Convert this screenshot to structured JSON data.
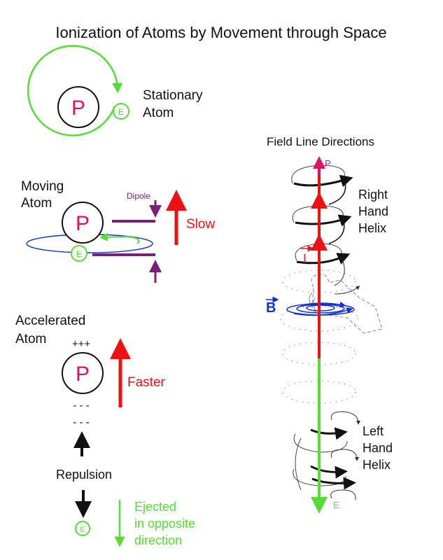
{
  "title": "Ionization of Atoms by Movement through Space",
  "labels": {
    "proton": "P",
    "electron": "E",
    "stationary_l1": "Stationary",
    "stationary_l2": "Atom",
    "moving_l1": "Moving",
    "moving_l2": "Atom",
    "dipole": "Dipole",
    "slow": "Slow",
    "accelerated_l1": "Accelerated",
    "accelerated_l2": "Atom",
    "plus_charges": "+++",
    "minus_charges_1": "- - -",
    "minus_charges_2": "- - -",
    "faster": "Faster",
    "repulsion": "Repulsion",
    "ejected_l1": "Ejected",
    "ejected_l2": "in opposite",
    "ejected_l3": "direction",
    "field_title": "Field Line Directions",
    "field_p": "P",
    "field_e": "E",
    "right_l1": "Right",
    "right_l2": "Hand",
    "right_l3": "Helix",
    "left_l1": "Left",
    "left_l2": "Hand",
    "left_l3": "Helix",
    "current_symbol": "I",
    "bfield_symbol": "B"
  },
  "colors": {
    "proton": "#e0106f",
    "electron": "#55dd33",
    "dipole": "#7a1f7a",
    "red_arrow": "#ee1111",
    "blue": "#1133cc",
    "black": "#111111"
  }
}
